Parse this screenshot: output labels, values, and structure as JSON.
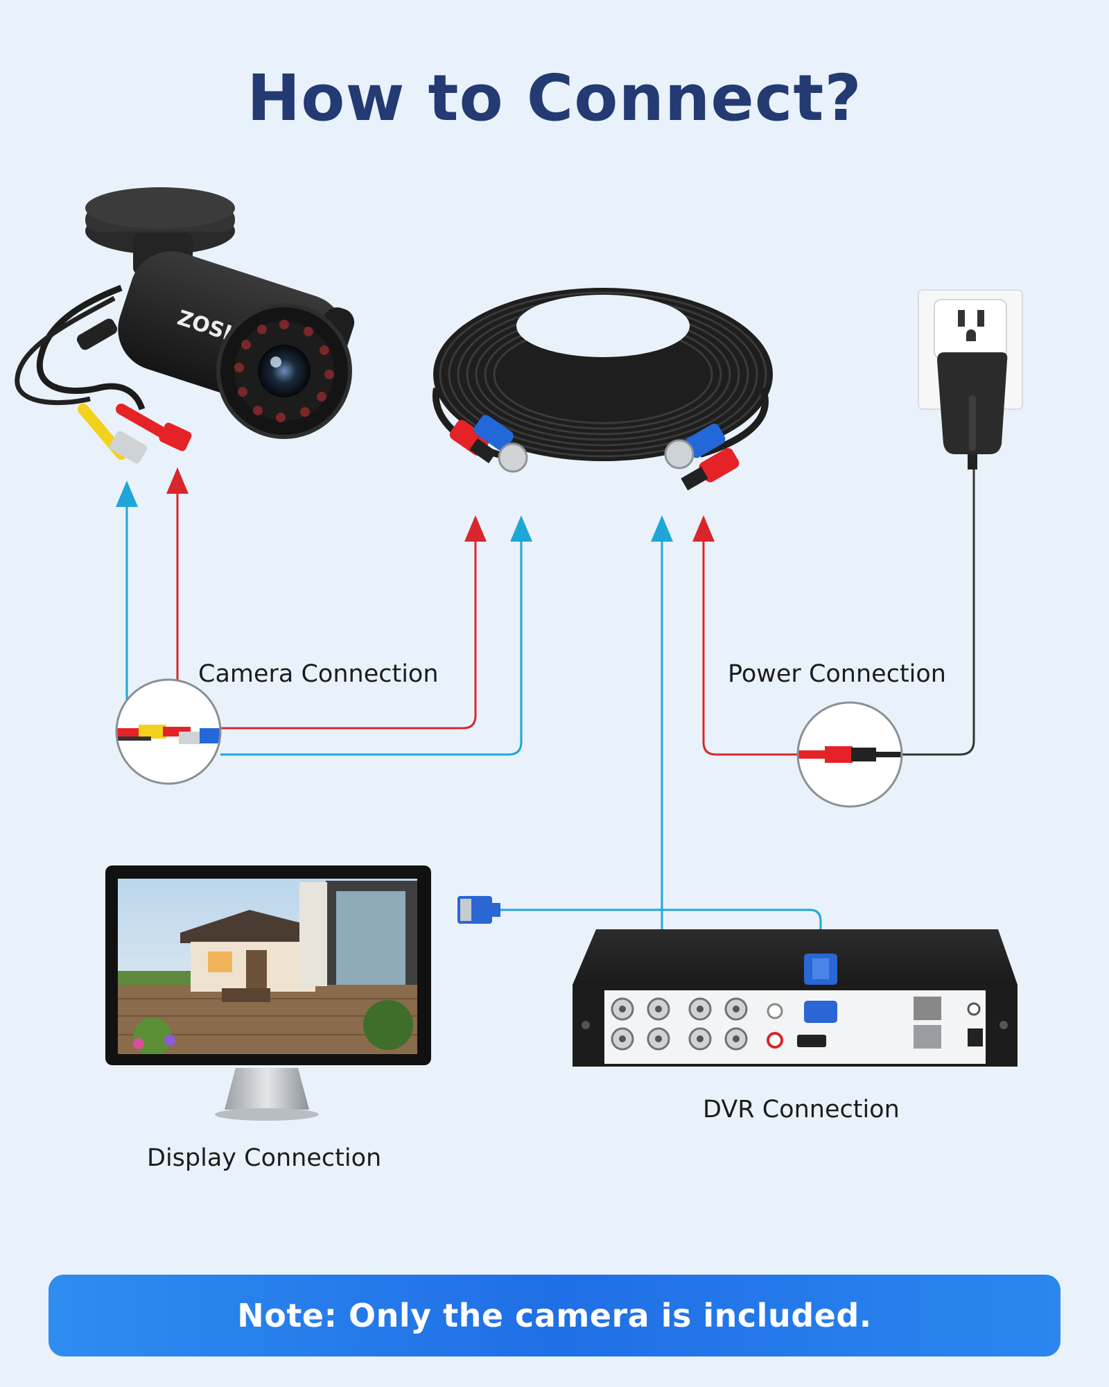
{
  "title": "How to Connect?",
  "brand": {
    "camera_logo": "ZOSI"
  },
  "labels": {
    "camera": "Camera Connection",
    "power": "Power Connection",
    "display": "Display Connection",
    "dvr": "DVR Connection"
  },
  "note": "Note:  Only the camera is included.",
  "colors": {
    "title": "#233a72",
    "video_line": "#1fa6d8",
    "power_line": "#d8262c",
    "adapter_line": "#333333",
    "note_bar": "#2a80ee",
    "background": "#e9f2fa"
  },
  "icons": [
    "camera-icon",
    "cable-coil-icon",
    "power-adapter-icon",
    "monitor-icon",
    "dvr-icon",
    "vga-connector-icon",
    "zoom-magnifier-icon"
  ]
}
